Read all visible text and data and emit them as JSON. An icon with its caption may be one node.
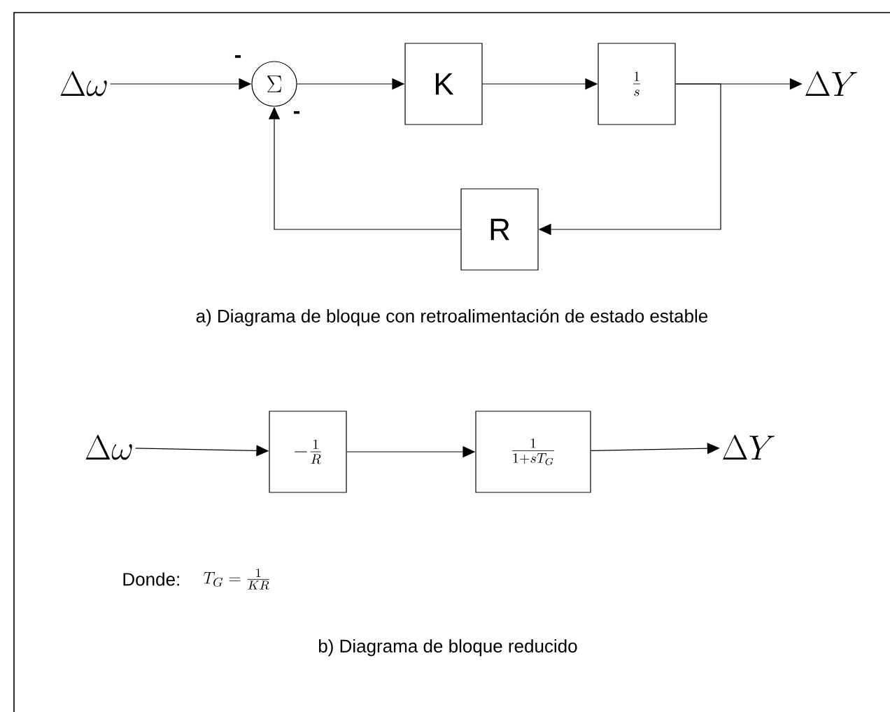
{
  "diagram": {
    "nodes": [
      {
        "text": [
          "\\Delta\\omega"
        ]
      },
      {
        "text": [
          "\\Sigma"
        ]
      },
      {
        "text": [
          "K"
        ]
      },
      {
        "text": [
          "\\frac{1}{s}"
        ]
      },
      {
        "text": [
          "\\Delta Y"
        ]
      },
      {
        "text": [
          "R"
        ]
      },
      {
        "text": [
          "\\Delta\\omega"
        ]
      },
      {
        "text": [
          "-\\frac{1}{R}"
        ]
      },
      {
        "text": [
          "\\frac{1}{1+sT_G}"
        ]
      },
      {
        "text": [
          "\\Delta Y"
        ]
      }
    ],
    "edges": [
      {
        "from": 0,
        "to": 1,
        "arrow": "to"
      },
      {
        "from": 1,
        "to": 2,
        "arrow": "to"
      },
      {
        "from": 2,
        "to": 3,
        "arrow": "to"
      },
      {
        "from": 3,
        "to": 4,
        "arrow": "to"
      },
      {
        "from": 3,
        "to": 5,
        "arrow": "to"
      },
      {
        "from": 5,
        "to": 1,
        "arrow": "to"
      },
      {
        "from": 6,
        "to": 7,
        "arrow": "to"
      },
      {
        "from": 7,
        "to": 8,
        "arrow": "to"
      },
      {
        "from": 8,
        "to": 9,
        "arrow": "to"
      }
    ],
    "labels": [
      "-",
      "-",
      "a) Diagrama de bloque con retroalimentación de estado estable",
      "Donde:",
      "T_G=\\frac{1}{KR}",
      "b) Diagrama de bloque reducido"
    ]
  }
}
